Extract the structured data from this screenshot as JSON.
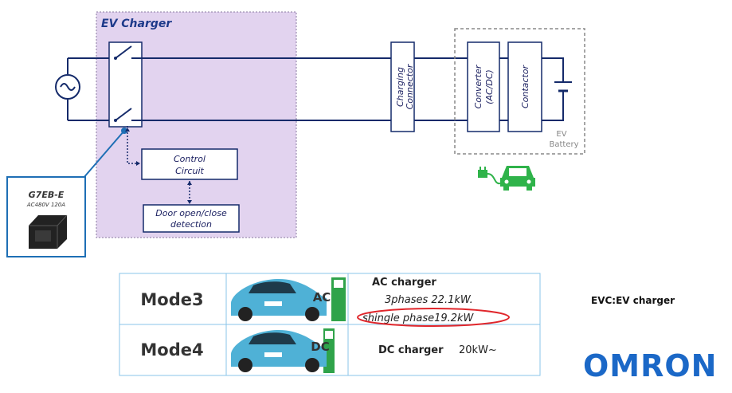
{
  "diagram": {
    "ev_charger_title": "EV Charger",
    "charging_connector": [
      "Charging",
      "Connector"
    ],
    "converter": [
      "Converter",
      "(AC/DC)"
    ],
    "contactor": "Contactor",
    "battery_label": [
      "EV",
      "Battery"
    ],
    "control_circuit": [
      "Control",
      "Circuit"
    ],
    "door_detection": [
      "Door open/close",
      "detection"
    ],
    "relay_name": "G7EB-E",
    "relay_spec": "AC480V 120A"
  },
  "modes": {
    "rows": [
      {
        "mode": "Mode3",
        "car_tag": "AC",
        "charger": "AC charger",
        "spec_lines": [
          "3phases 22.1kW.",
          "shingle phase19.2kW"
        ]
      },
      {
        "mode": "Mode4",
        "car_tag": "DC",
        "charger": "DC charger",
        "spec": "20kW~"
      }
    ],
    "note": "EVC:EV charger"
  },
  "brand": {
    "logo_text": "OMRON"
  },
  "colors": {
    "line": "#142a6a",
    "ev_box": "#e2d3ef",
    "ev_border": "#8a7aa0",
    "relay_box_border": "#1e6fb5",
    "plug_green": "#2fb34a",
    "highlight_red": "#e0262b",
    "logo_blue": "#1b68c7"
  }
}
